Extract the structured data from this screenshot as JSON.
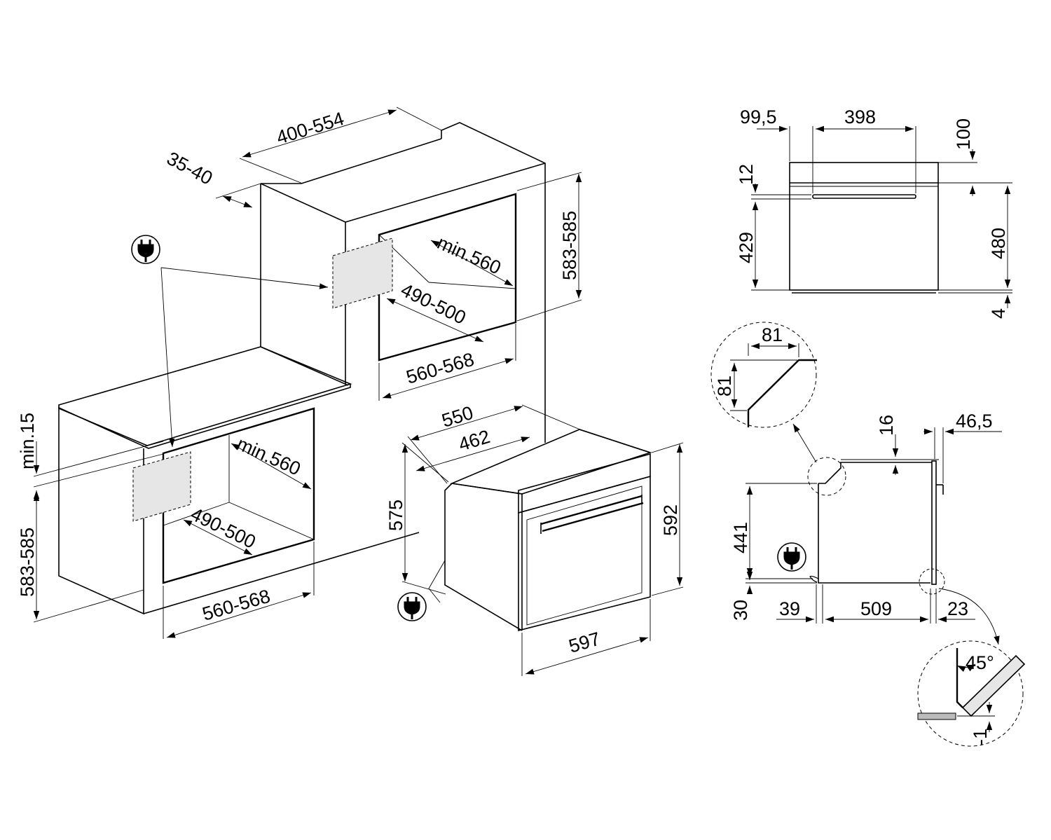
{
  "dimensions": {
    "cabinet_top": {
      "depth_range": "400-554",
      "back_gap": "35-40",
      "niche_height": "583-585",
      "niche_depth": "min.560",
      "back_opening": "490-500",
      "niche_width": "560-568"
    },
    "cabinet_bottom": {
      "countertop_gap": "min.15",
      "niche_height": "583-585",
      "niche_depth": "min.560",
      "back_opening": "490-500",
      "niche_width": "560-568"
    },
    "oven_iso": {
      "depth_total": "550",
      "depth_body": "462",
      "height_body": "575",
      "height_front": "592",
      "width_front": "597"
    },
    "front_view": {
      "left_offset": "99,5",
      "handle_length": "398",
      "top_panel": "100",
      "handle_offset": "12",
      "door_height": "429",
      "total_height": "480",
      "bottom_gap": "4"
    },
    "side_view": {
      "chamfer_width": "81",
      "chamfer_height": "81",
      "top_step": "16",
      "front_depth": "46,5",
      "body_height": "441",
      "bottom_offset": "30",
      "rear_offset": "39",
      "body_depth": "509",
      "front_offset": "23",
      "door_angle": "45°",
      "door_tolerance": "-1"
    }
  },
  "icons": [
    "power-plug-icon",
    "power-plug-icon",
    "power-plug-icon"
  ],
  "colors": {
    "line": "#000000",
    "connection_zone": "#e6e6e6",
    "background": "#ffffff"
  }
}
